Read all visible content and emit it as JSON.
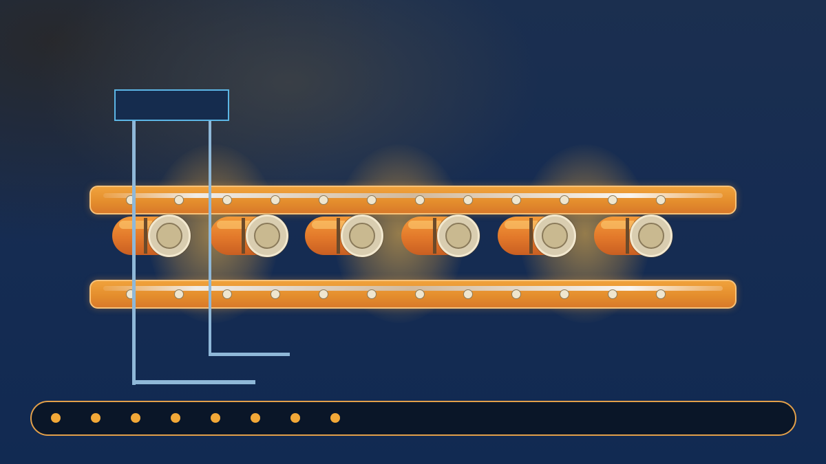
{
  "scene": {
    "callout": {
      "label": ""
    },
    "lamps_count": 6,
    "rails": {
      "rivets_per_rail": 12
    },
    "indicator_track": {
      "dots_count": 8
    }
  },
  "colors": {
    "accent_orange": "#f0a23c",
    "callout_border": "#5cb6e6",
    "leader_line": "#8fb8d8",
    "track_dot": "#f2a838",
    "background": "#14284a"
  }
}
